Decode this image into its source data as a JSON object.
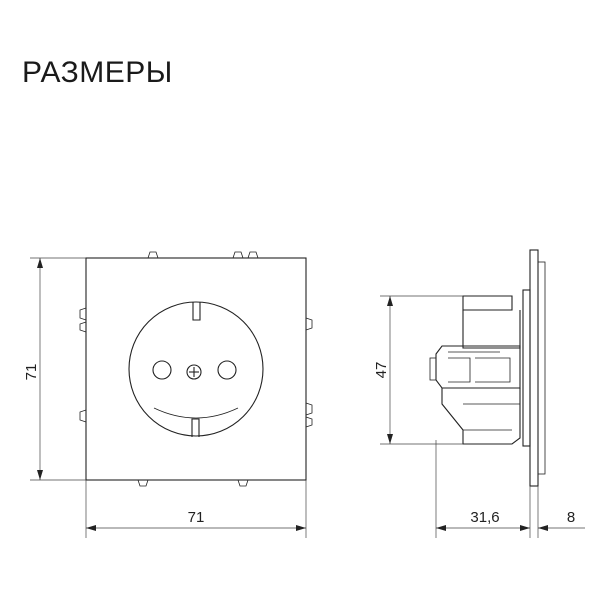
{
  "heading": "РАЗМЕРЫ",
  "dimensions": {
    "front_height": "71",
    "front_width": "71",
    "side_mechanism_height": "47",
    "side_depth": "31,6",
    "side_frame_thickness": "8"
  },
  "colors": {
    "line": "#222222",
    "background": "#ffffff"
  }
}
